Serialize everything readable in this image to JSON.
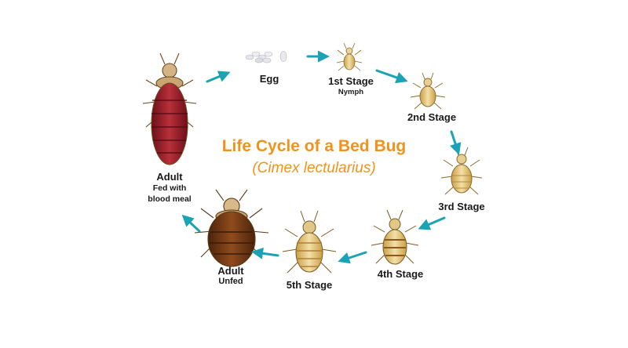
{
  "title": "Life Cycle of a Bed Bug",
  "subtitle": "(Cimex lectularius)",
  "stages": {
    "egg": {
      "label": "Egg"
    },
    "first": {
      "label": "1st Stage",
      "sub": "Nymph"
    },
    "second": {
      "label": "2nd Stage"
    },
    "third": {
      "label": "3rd Stage"
    },
    "fourth": {
      "label": "4th Stage"
    },
    "fifth": {
      "label": "5th Stage"
    },
    "adult_unfed": {
      "label": "Adult",
      "sub": "Unfed"
    },
    "adult_fed": {
      "label": "Adult",
      "sub_line1": "Fed with",
      "sub_line2": "blood meal"
    }
  },
  "colors": {
    "title": "#f0921c",
    "arrow": "#1aa3b5",
    "nymph_light": "#ecd59a",
    "nymph_dark": "#c7973c",
    "unfed_body": "#7a3b14",
    "fed_body": "#a41e2c",
    "egg": "#e8e8ee"
  }
}
